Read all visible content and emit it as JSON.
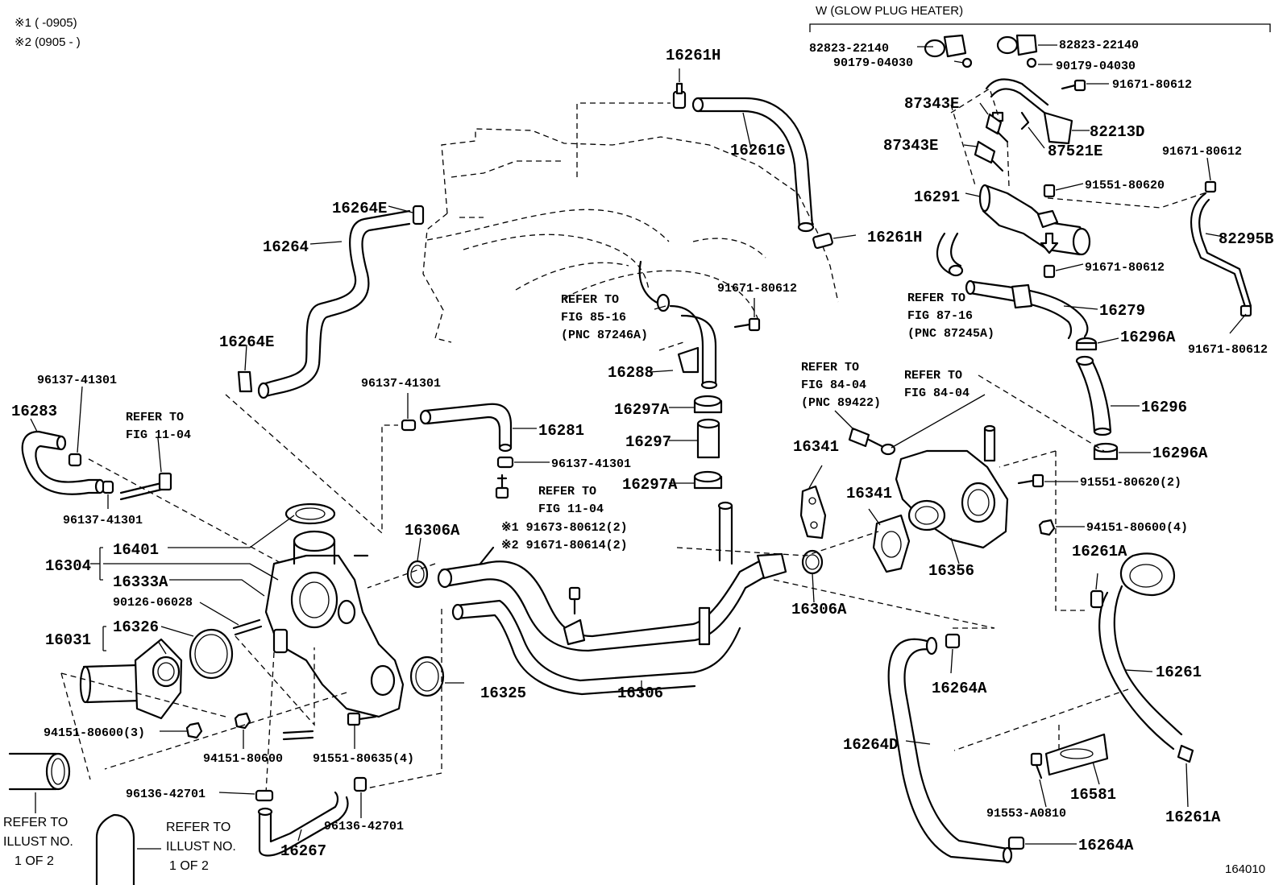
{
  "notes": {
    "note1": "※1 (         -0905)",
    "note2": "※2 (0905 -         )",
    "variant_title": "W (GLOW PLUG HEATER)",
    "figure_id": "164010"
  },
  "parts": {
    "p82823_a": "82823-22140",
    "p82823_b": "82823-22140",
    "p90179_a": "90179-04030",
    "p90179_b": "90179-04030",
    "p91671_a": "91671-80612",
    "p87343e_a": "87343E",
    "p87343e_b": "87343E",
    "p82213d": "82213D",
    "p87521e": "87521E",
    "p91671_b": "91671-80612",
    "p16291": "16291",
    "p91551_a": "91551-80620",
    "p82295b": "82295B",
    "p91671_c": "91671-80612",
    "p16279": "16279",
    "p16296a_a": "16296A",
    "p91671_d": "91671-80612",
    "p16296": "16296",
    "p16296a_b": "16296A",
    "p91551_b": "91551-80620(2)",
    "p94151_a": "94151-80600(4)",
    "p16261a_a": "16261A",
    "p16261": "16261",
    "p16261a_b": "16261A",
    "p16264a_a": "16264A",
    "p16264a_b": "16264A",
    "p16264d": "16264D",
    "p16581": "16581",
    "p91553": "91553-A0810",
    "p16356": "16356",
    "p16341_a": "16341",
    "p16341_b": "16341",
    "p16306a_b": "16306A",
    "p16261h_a": "16261H",
    "p16261g": "16261G",
    "p16261h_b": "16261H",
    "p16264e_a": "16264E",
    "p16264": "16264",
    "p16264e_b": "16264E",
    "p91671_e": "91671-80612",
    "p16288": "16288",
    "p16297a_a": "16297A",
    "p16297": "16297",
    "p16297a_b": "16297A",
    "p96137_a": "96137-41301",
    "p16281": "16281",
    "p96137_b": "96137-41301",
    "p96137_c": "96137-41301",
    "p96137_d": "96137-41301",
    "p16283": "16283",
    "p16306a_a": "16306A",
    "p91673": "※1 91673-80612(2)",
    "p91671_f": "※2 91671-80614(2)",
    "p16306": "16306",
    "p16401": "16401",
    "p16304": "16304",
    "p16333a": "16333A",
    "p90126": "90126-06028",
    "p16031": "16031",
    "p16326": "16326",
    "p16325": "16325",
    "p94151_b": "94151-80600(3)",
    "p94151_c": "94151-80600",
    "p91551_c": "91551-80635(4)",
    "p96136_a": "96136-42701",
    "p96136_b": "96136-42701",
    "p16267": "16267"
  },
  "refs": {
    "r85_1": "REFER TO",
    "r85_2": "FIG 85-16",
    "r85_3": "(PNC 87246A)",
    "r87_1": "REFER TO",
    "r87_2": "FIG 87-16",
    "r87_3": "(PNC 87245A)",
    "r84a_1": "REFER TO",
    "r84a_2": "FIG 84-04",
    "r84a_3": "(PNC 89422)",
    "r84b_1": "REFER TO",
    "r84b_2": "FIG 84-04",
    "r11a_1": "REFER TO",
    "r11a_2": "FIG 11-04",
    "r11b_1": "REFER TO",
    "r11b_2": "FIG 11-04",
    "ill1_1": "REFER TO",
    "ill1_2": "ILLUST NO.",
    "ill1_3": "1 OF 2",
    "ill2_1": "REFER TO",
    "ill2_2": "ILLUST NO.",
    "ill2_3": "1 OF 2"
  }
}
